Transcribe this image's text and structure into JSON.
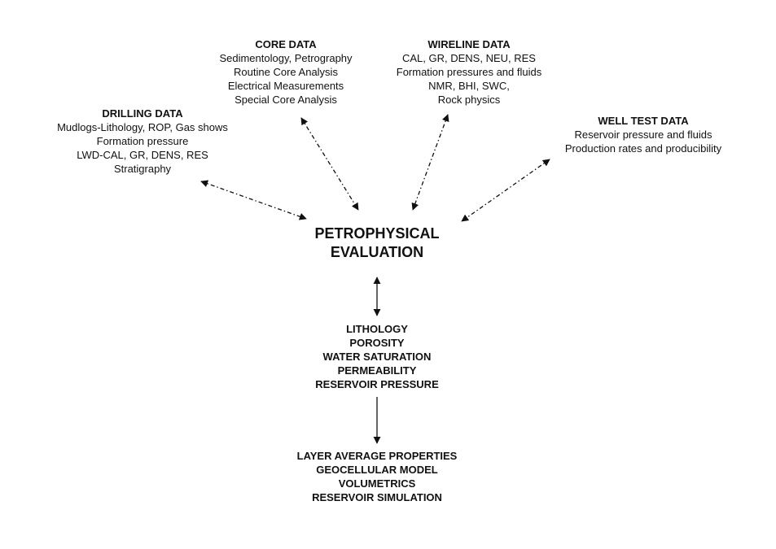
{
  "core_data": {
    "title": "CORE DATA",
    "items": [
      "Sedimentology, Petrography",
      "Routine Core Analysis",
      "Electrical Measurements",
      "Special Core Analysis"
    ]
  },
  "wireline_data": {
    "title": "WIRELINE DATA",
    "items": [
      "CAL, GR, DENS, NEU, RES",
      "Formation pressures and fluids",
      "NMR, BHI, SWC,",
      "Rock physics"
    ]
  },
  "drilling_data": {
    "title": "DRILLING DATA",
    "items": [
      "Mudlogs-Lithology, ROP, Gas shows",
      "Formation pressure",
      "LWD-CAL, GR, DENS, RES",
      "Stratigraphy"
    ]
  },
  "well_test_data": {
    "title": "WELL TEST DATA",
    "items": [
      "Reservoir pressure and fluids",
      "Production rates and producibility"
    ]
  },
  "center": {
    "lines": [
      "PETROPHYSICAL",
      "EVALUATION"
    ]
  },
  "properties": {
    "lines": [
      "LITHOLOGY",
      "POROSITY",
      "WATER SATURATION",
      "PERMEABILITY",
      "RESERVOIR PRESSURE"
    ]
  },
  "outputs": {
    "lines": [
      "LAYER AVERAGE PROPERTIES",
      "GEOCELLULAR MODEL",
      "VOLUMETRICS",
      "RESERVOIR SIMULATION"
    ]
  }
}
